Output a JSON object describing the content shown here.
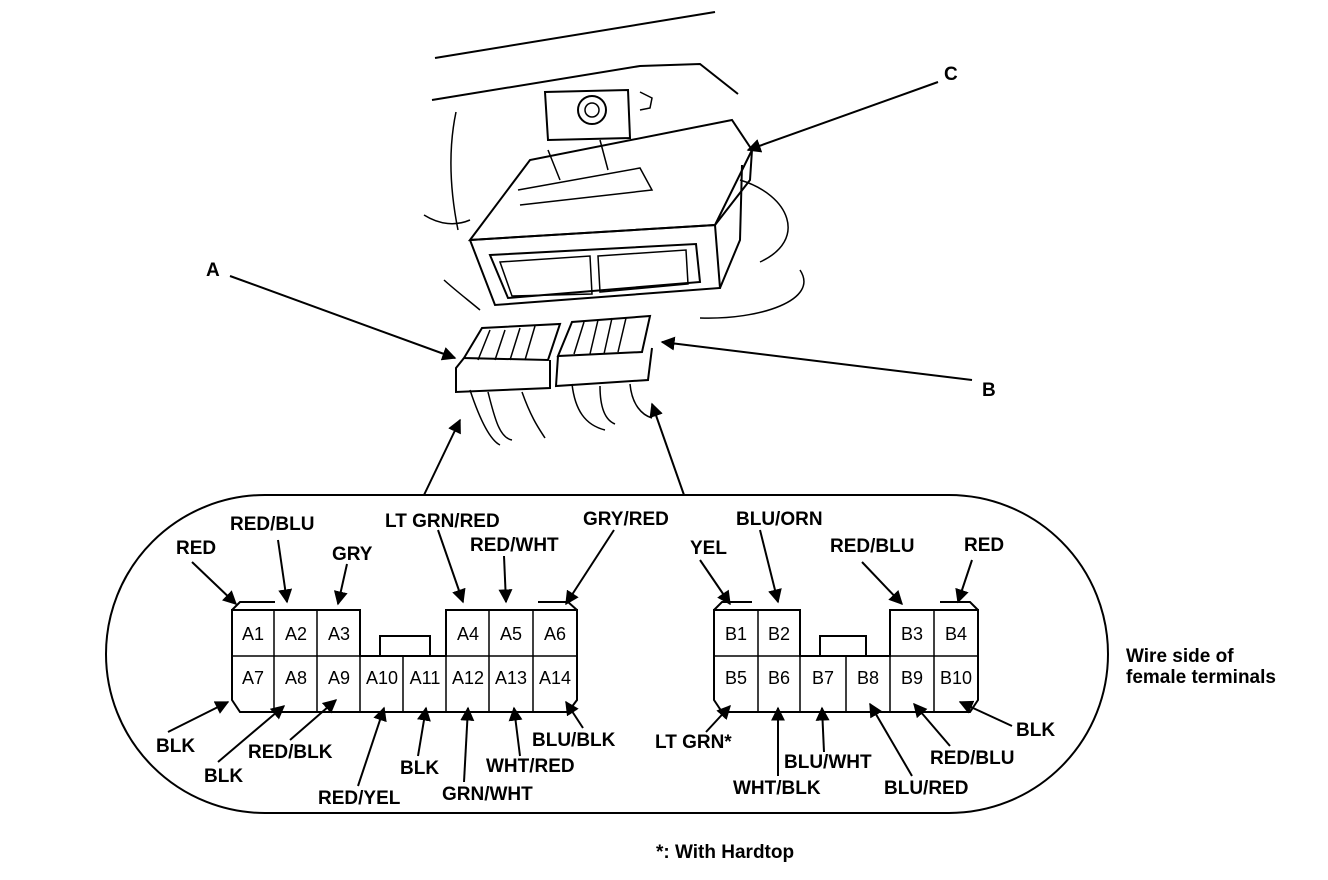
{
  "callouts": {
    "a": "A",
    "b": "B",
    "c": "C"
  },
  "connector_a": {
    "top_pins": [
      "A1",
      "A2",
      "A3",
      "A4",
      "A5",
      "A6"
    ],
    "bottom_pins": [
      "A7",
      "A8",
      "A9",
      "A10",
      "A11",
      "A12",
      "A13",
      "A14"
    ],
    "wires_top": [
      "RED",
      "RED/BLU",
      "GRY",
      "LT GRN/RED",
      "RED/WHT",
      "GRY/RED"
    ],
    "wires_bottom": [
      "BLK",
      "BLK",
      "RED/BLK",
      "RED/YEL",
      "BLK",
      "GRN/WHT",
      "WHT/RED",
      "BLU/BLK"
    ]
  },
  "connector_b": {
    "top_pins": [
      "B1",
      "B2",
      "B3",
      "B4"
    ],
    "bottom_pins": [
      "B5",
      "B6",
      "B7",
      "B8",
      "B9",
      "B10"
    ],
    "wires_top": [
      "YEL",
      "BLU/ORN",
      "RED/BLU",
      "RED"
    ],
    "wires_bottom": [
      "LT GRN*",
      "WHT/BLK",
      "BLU/WHT",
      "BLU/RED",
      "RED/BLU",
      "BLK"
    ]
  },
  "side_note": {
    "line1": "Wire side of",
    "line2": "female terminals"
  },
  "footnote": "*: With Hardtop"
}
